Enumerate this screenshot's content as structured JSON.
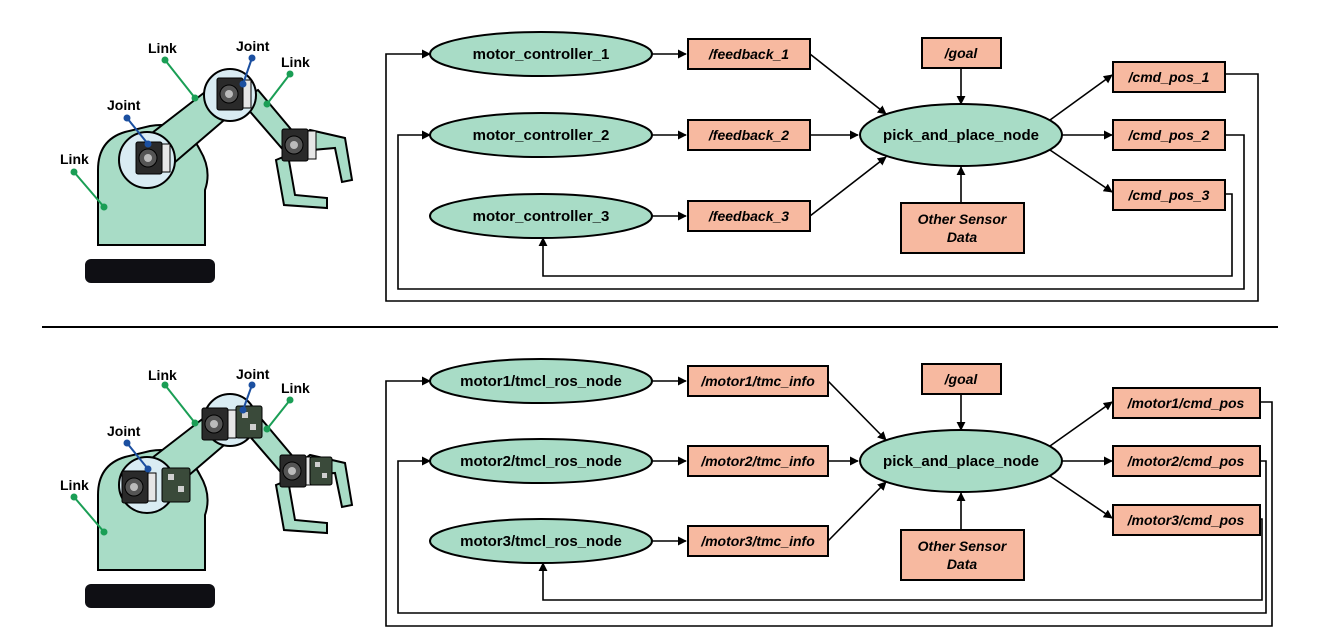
{
  "colors": {
    "node_fill": "#a8dcc6",
    "topic_fill": "#f7b9a0",
    "link_lead": "#1a9e55",
    "joint_lead": "#1b4fa0",
    "base": "#0f0f14"
  },
  "panels": [
    {
      "robot": {
        "labels": {
          "link_left": "Link",
          "joint_low": "Joint",
          "link_mid": "Link",
          "joint_top": "Joint",
          "link_right": "Link"
        },
        "has_boards": false
      },
      "motor_nodes": [
        "motor_controller_1",
        "motor_controller_2",
        "motor_controller_3"
      ],
      "feedback_topics": [
        "/feedback_1",
        "/feedback_2",
        "/feedback_3"
      ],
      "goal_topic": "/goal",
      "central_node": "pick_and_place_node",
      "sensor_topic": [
        "Other Sensor",
        "Data"
      ],
      "cmd_topics": [
        "/cmd_pos_1",
        "/cmd_pos_2",
        "/cmd_pos_3"
      ]
    },
    {
      "robot": {
        "labels": {
          "link_left": "Link",
          "joint_low": "Joint",
          "link_mid": "Link",
          "joint_top": "Joint",
          "link_right": "Link"
        },
        "has_boards": true
      },
      "motor_nodes": [
        "motor1/tmcl_ros_node",
        "motor2/tmcl_ros_node",
        "motor3/tmcl_ros_node"
      ],
      "feedback_topics": [
        "/motor1/tmc_info",
        "/motor2/tmc_info",
        "/motor3/tmc_info"
      ],
      "goal_topic": "/goal",
      "central_node": "pick_and_place_node",
      "sensor_topic": [
        "Other Sensor",
        "Data"
      ],
      "cmd_topics": [
        "/motor1/cmd_pos",
        "/motor2/cmd_pos",
        "/motor3/cmd_pos"
      ]
    }
  ]
}
